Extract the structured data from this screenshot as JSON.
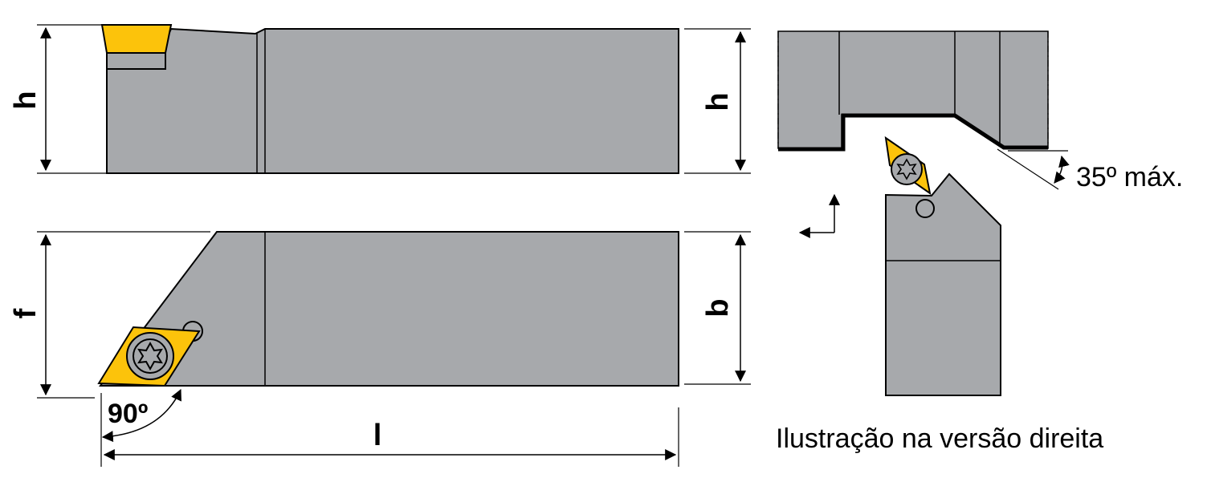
{
  "labels": {
    "top_view_height": "h",
    "end_view_height": "h",
    "front_view_depth": "f",
    "front_view_width": "b",
    "length": "l",
    "insert_angle": "90º",
    "max_angle": "35º máx.",
    "caption": "Ilustração na versão direita"
  },
  "colors": {
    "body": "#a7a9ac",
    "insert": "#fcc30b",
    "line": "#000000"
  },
  "icons": {
    "screw": "torx-screw-icon",
    "feed_arrows": "feed-direction-icon"
  }
}
